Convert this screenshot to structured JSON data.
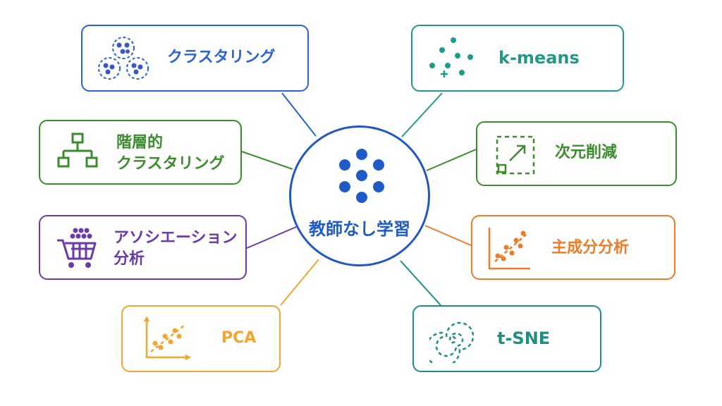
{
  "center": {
    "label": "教師なし学習",
    "color": "#1f5bc7",
    "icon": "dots-cluster-icon"
  },
  "nodes": [
    {
      "id": "clustering",
      "label": "クラスタリング",
      "color": "#2a62d6",
      "icon": "clusters-icon"
    },
    {
      "id": "hierarchical",
      "label_lines": [
        "階層的",
        "クラスタリング"
      ],
      "color": "#3a8c2d",
      "icon": "hierarchy-tree-icon"
    },
    {
      "id": "association",
      "label_lines": [
        "アソシエーション",
        "分析"
      ],
      "color": "#6a3aab",
      "icon": "shopping-cart-icon"
    },
    {
      "id": "pca-en",
      "label": "PCA",
      "color": "#f3a530",
      "icon": "scatter-trend-icon"
    },
    {
      "id": "kmeans",
      "label": "k-means",
      "color": "#1f9a8a",
      "icon": "kmeans-points-icon"
    },
    {
      "id": "dimred",
      "label": "次元削減",
      "color": "#3a8c2d",
      "icon": "dimension-reduction-icon"
    },
    {
      "id": "pca-jp",
      "label": "主成分分析",
      "color": "#f07a25",
      "icon": "scatter-trend-icon"
    },
    {
      "id": "tsne",
      "label": "t-SNE",
      "color": "#1f8f82",
      "icon": "spiral-icon"
    }
  ]
}
